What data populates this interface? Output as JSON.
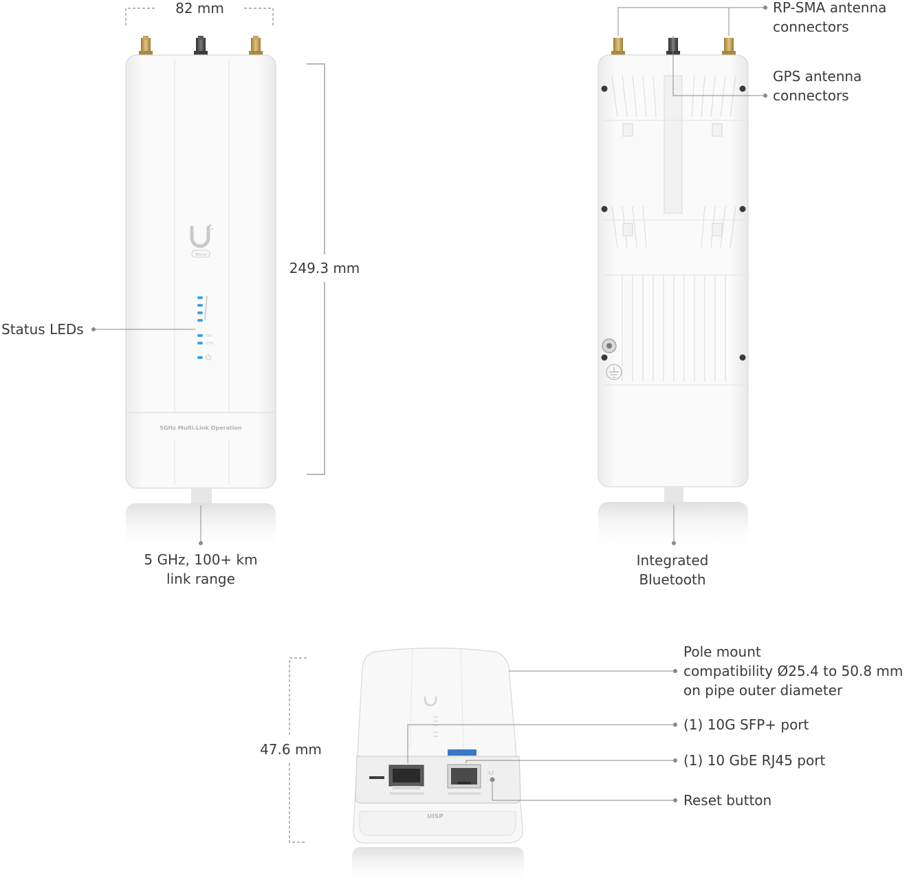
{
  "dimensions": {
    "width": "82 mm",
    "height": "249.3 mm",
    "depth": "47.6 mm"
  },
  "front_view": {
    "status_leds_label": "Status LEDs",
    "band_label": "5GHz Multi-Link Operation",
    "logo_sub": "Wave",
    "led_labels": [
      "SFP",
      "ETH"
    ],
    "bottom_label_line1": "5 GHz, 100+ km",
    "bottom_label_line2": "link range"
  },
  "back_view": {
    "rpsma_line1": "RP-SMA antenna",
    "rpsma_line2": "connectors",
    "gps_line1": "GPS antenna",
    "gps_line2": "connectors",
    "bt_line1": "Integrated",
    "bt_line2": "Bluetooth"
  },
  "bottom_view": {
    "pole_line1": "Pole mount",
    "pole_line2": "compatibility Ø25.4 to 50.8 mm",
    "pole_line3": "on pipe outer diameter",
    "sfp_label": "(1) 10G SFP+ port",
    "rj45_label": "(1) 10 GbE RJ45 port",
    "reset_label": "Reset button",
    "brand_mark": "UISP"
  },
  "colors": {
    "device_body": "#f7f7f7",
    "device_edge": "#d8d8d8",
    "led_blue": "#3aa3e3",
    "text": "#3a3a3a",
    "callout_line": "#8a8a8a",
    "connector_gold": "#c9a55a",
    "connector_dark": "#4a4a4a"
  },
  "icons": [
    "ubiquiti-logo-icon",
    "power-icon",
    "ground-icon"
  ]
}
